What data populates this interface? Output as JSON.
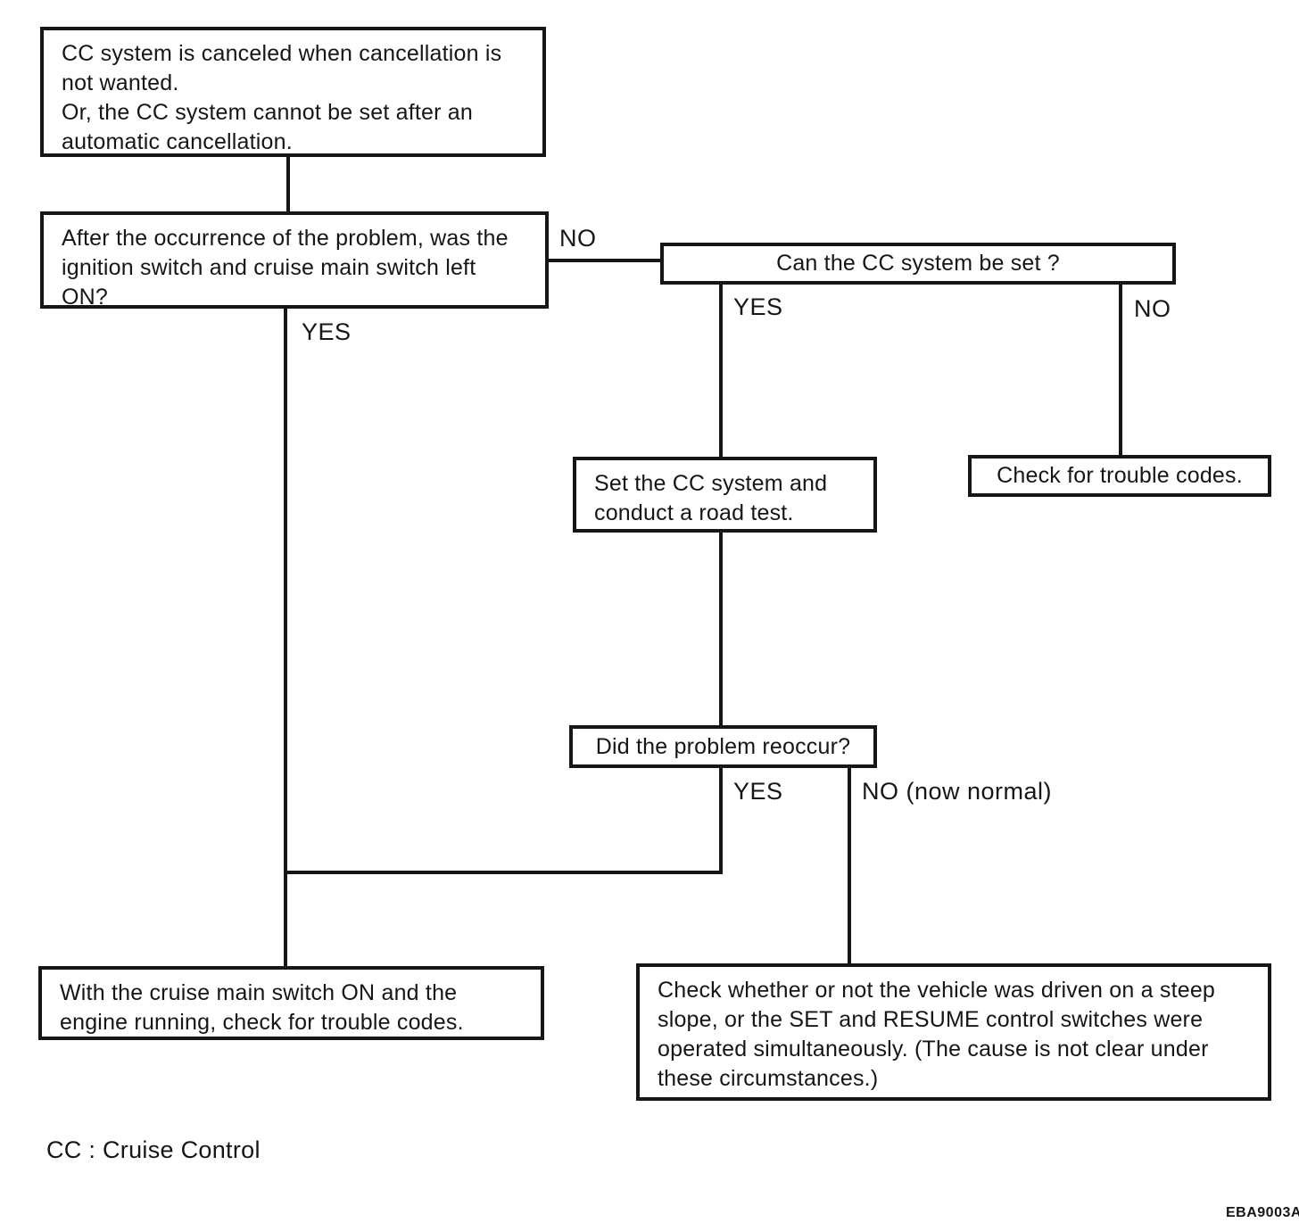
{
  "colors": {
    "ink": "#161616",
    "paper": "#ffffff"
  },
  "boxes": {
    "problem": {
      "text": "CC system is canceled when cancellation is not wanted.\nOr, the CC system cannot be set after an automatic cancellation."
    },
    "ignition_question": {
      "text": "After the occurrence of the problem, was the ignition switch and cruise main switch left ON?"
    },
    "can_set": {
      "text": "Can the CC system be set ?"
    },
    "road_test": {
      "text": "Set the CC system and conduct a road test."
    },
    "reoccur": {
      "text": "Did the problem reoccur?"
    },
    "trouble_codes": {
      "text": "Check for trouble codes."
    },
    "main_switch_check": {
      "text": "With the cruise main switch ON and the engine running, check for trouble codes."
    },
    "steep_slope": {
      "text": "Check whether or not the vehicle was driven on a steep slope, or the SET and RESUME control switches were operated simultaneously. (The cause is not clear under these circumstances.)"
    }
  },
  "labels": {
    "ignition_yes": "YES",
    "ignition_no": "NO",
    "can_set_yes": "YES",
    "can_set_no": "NO",
    "reoccur_yes": "YES",
    "reoccur_no": "NO (now normal)"
  },
  "footer": {
    "legend": "CC : Cruise Control",
    "ref_code": "EBA9003A"
  }
}
